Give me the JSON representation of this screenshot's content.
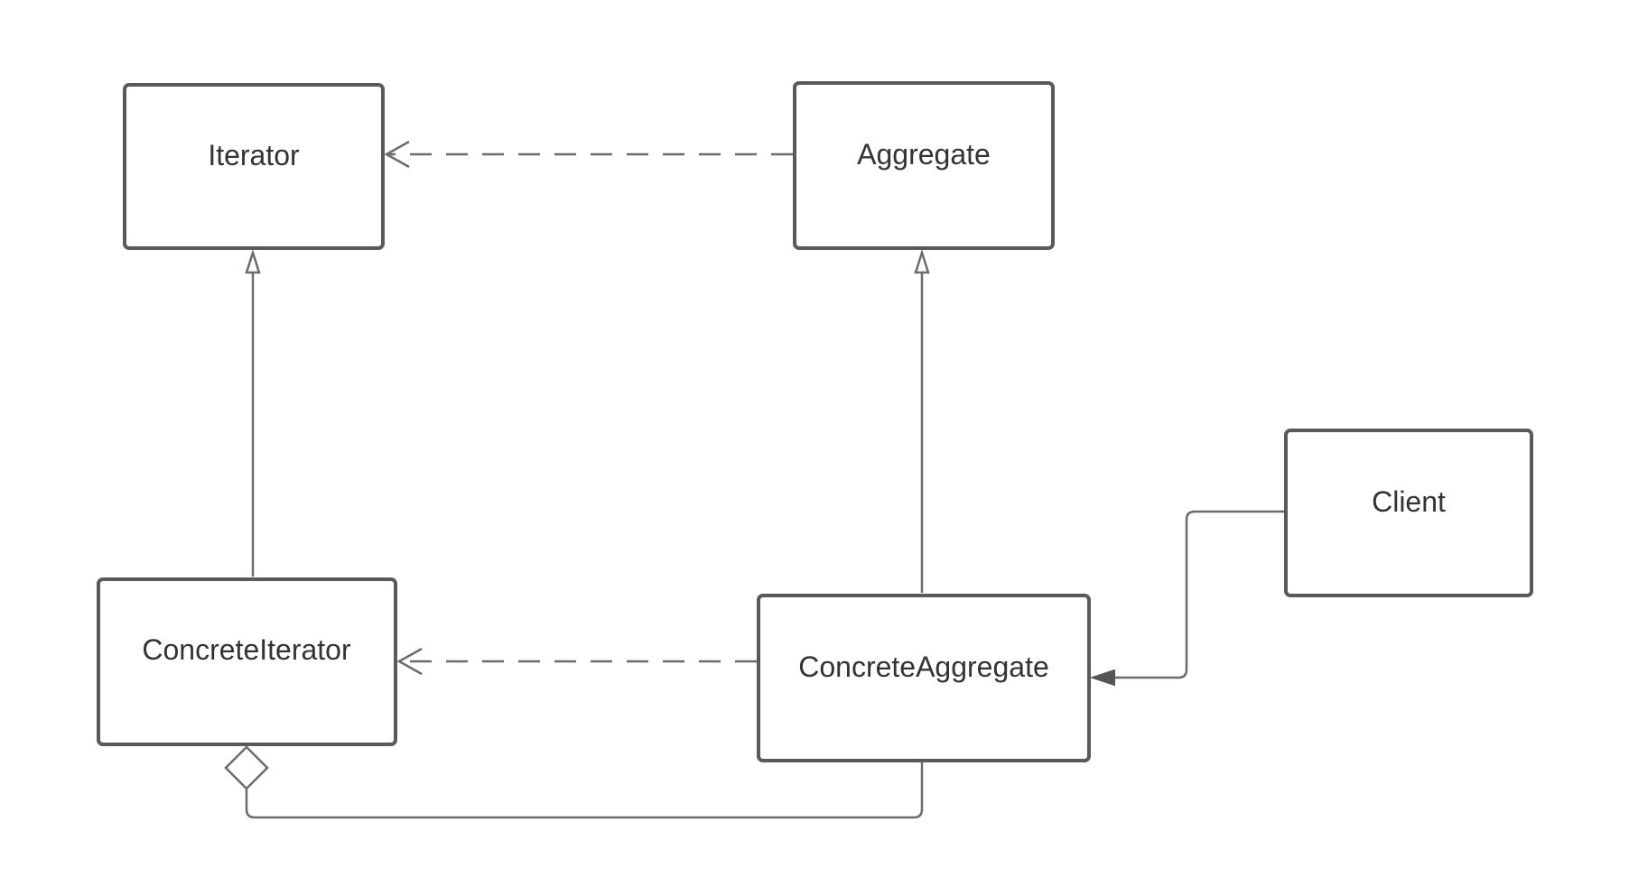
{
  "diagram": {
    "nodes": {
      "iterator": {
        "label": "Iterator"
      },
      "aggregate": {
        "label": "Aggregate"
      },
      "concrete_iterator": {
        "label": "ConcreteIterator"
      },
      "concrete_aggregate": {
        "label": "ConcreteAggregate"
      },
      "client": {
        "label": "Client"
      }
    },
    "edges": [
      {
        "from": "Aggregate",
        "to": "Iterator",
        "kind": "dependency",
        "line": "dashed",
        "arrowhead": "open"
      },
      {
        "from": "ConcreteIterator",
        "to": "Iterator",
        "kind": "realization",
        "line": "solid",
        "arrowhead": "hollow-triangle"
      },
      {
        "from": "ConcreteAggregate",
        "to": "Aggregate",
        "kind": "realization",
        "line": "solid",
        "arrowhead": "hollow-triangle"
      },
      {
        "from": "ConcreteAggregate",
        "to": "ConcreteIterator",
        "kind": "dependency",
        "line": "dashed",
        "arrowhead": "open"
      },
      {
        "from": "Client",
        "to": "ConcreteAggregate",
        "kind": "association",
        "line": "solid",
        "arrowhead": "filled-triangle"
      },
      {
        "from": "ConcreteAggregate",
        "to": "ConcreteIterator",
        "kind": "aggregation",
        "line": "solid",
        "arrowhead": "hollow-diamond"
      }
    ],
    "colors": {
      "box_stroke": "#595959",
      "line": "#6b6b6b",
      "text": "#333333",
      "background": "#ffffff"
    }
  }
}
